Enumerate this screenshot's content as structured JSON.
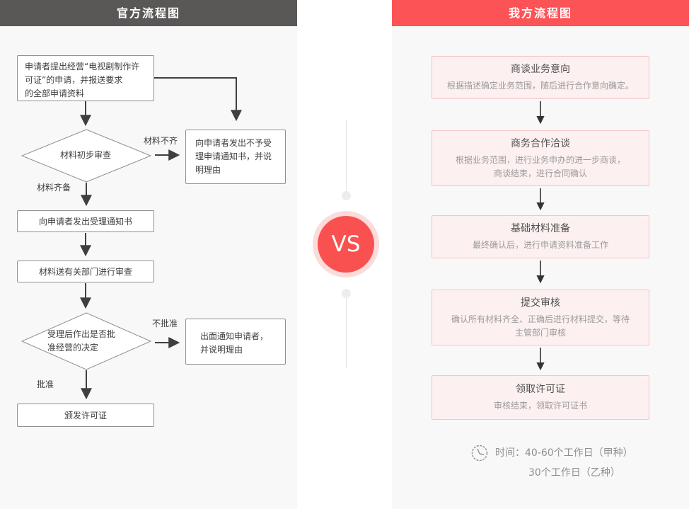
{
  "left_panel": {
    "header": "官方流程图",
    "nodes": {
      "apply": "申请者提出经营“电视剧制作许\n可证”的申请，并报送要求\n的全部申请资料",
      "initial_review": "材料初步审查",
      "reject_notice": "向申请者发出不予受\n理申请通知书，并说\n明理由",
      "accept_notice": "向申请者发出受理通知书",
      "dept_review": "材料送有关部门进行审查",
      "decision": "受理后作出是否批\n准经营的决定",
      "notify_reject": "出面通知申请者，\n并说明理由",
      "issue_license": "颁发许可证"
    },
    "labels": {
      "incomplete": "材料不齐",
      "complete": "材料齐备",
      "not_approved": "不批准",
      "approved": "批准"
    }
  },
  "divider": {
    "vs": "VS"
  },
  "right_panel": {
    "header": "我方流程图",
    "steps": [
      {
        "title": "商谈业务意向",
        "desc": "根据描述确定业务范围，随后进行合作意向确定。"
      },
      {
        "title": "商务合作洽谈",
        "desc": "根据业务范围，进行业务申办的进一步商谈，\n商谈结束，进行合同确认"
      },
      {
        "title": "基础材料准备",
        "desc": "最终确认后，进行申请资料准备工作"
      },
      {
        "title": "提交审核",
        "desc": "确认所有材料齐全、正确后进行材料提交，等待\n主管部门审核"
      },
      {
        "title": "领取许可证",
        "desc": "审核结束，领取许可证书"
      }
    ],
    "time_note": {
      "icon": "clock",
      "line1": "时间：40-60个工作日（甲种）",
      "line2": "30个工作日（乙种）"
    }
  },
  "colors": {
    "header_gray": "#5a5757",
    "header_red": "#fc5356",
    "vs_red": "#f95150",
    "vs_ring": "#fcdbdb",
    "step_bg": "#fdf0f0",
    "step_border": "#f4c5c5",
    "panel_bg": "#f8f8f8",
    "flow_line": "#3f3f3f"
  }
}
